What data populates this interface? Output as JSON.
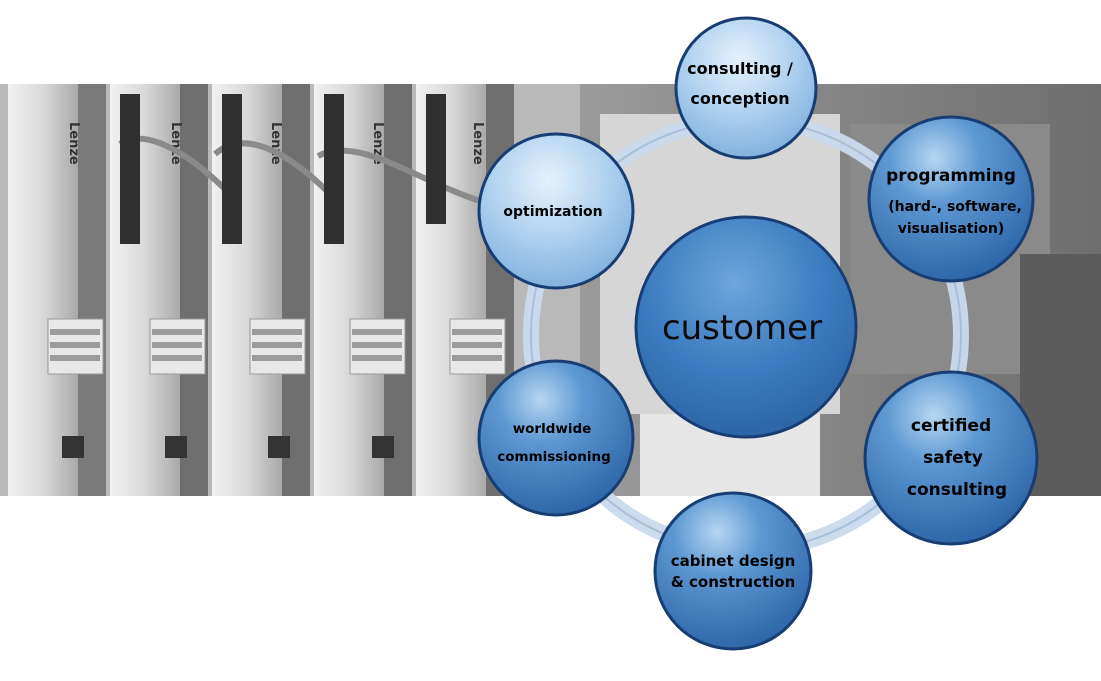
{
  "photo": {
    "module_brand": "Lenze"
  },
  "diagram": {
    "center": "customer",
    "nodes": {
      "consulting": [
        "consulting /",
        "conception"
      ],
      "programming": [
        "programming",
        "(hard-, software,",
        "visualisation)"
      ],
      "safety": [
        "certified",
        "safety",
        "consulting"
      ],
      "cabinet": [
        "cabinet design",
        "& construction"
      ],
      "commissioning": [
        "worldwide",
        "commissioning"
      ],
      "optimization": [
        "optimization"
      ]
    }
  },
  "colors": {
    "node_fill_light": "#a9cdee",
    "node_fill_mid": "#3f7fbf",
    "node_fill_dark": "#2a64a8",
    "node_stroke": "#173d72",
    "ring": "#c7d7ea"
  }
}
